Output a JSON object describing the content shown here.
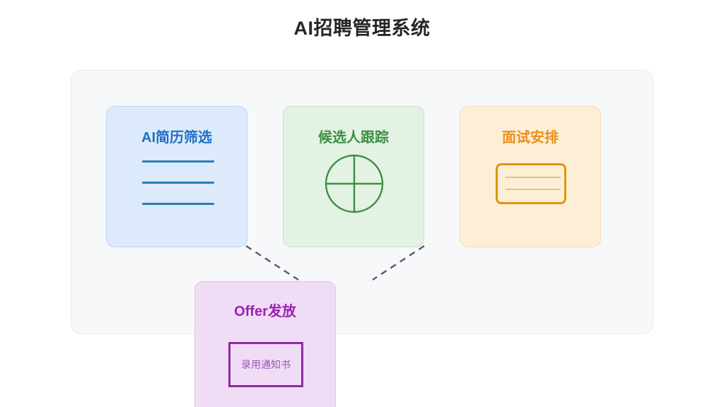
{
  "header": {
    "title": "AI招聘管理系统"
  },
  "panel": {
    "name": "diagram-panel",
    "background": "#f7f8fa"
  },
  "cards": [
    {
      "id": "resume",
      "title": "AI简历筛选",
      "icon": "document-lines-icon",
      "fill": "#dceafb",
      "stroke": "#bcd8f2",
      "text_color": "#1f6fc4"
    },
    {
      "id": "track",
      "title": "候选人跟踪",
      "icon": "crosshair-circle-icon",
      "fill": "#e3f2e3",
      "stroke": "#c6e2c6",
      "text_color": "#3c8f46"
    },
    {
      "id": "interview",
      "title": "面试安排",
      "icon": "calendar-card-icon",
      "fill": "#fdeed6",
      "stroke": "#f6dcb4",
      "text_color": "#ef8f17"
    },
    {
      "id": "offer",
      "title": "Offer发放",
      "icon": "offer-letter-box-icon",
      "inner_label": "录用通知书",
      "fill": "#f0ddf5",
      "stroke": "#e0c2ea",
      "text_color": "#9c1fb5"
    }
  ],
  "connectors": [
    {
      "name": "connector-resume-to-offer",
      "style": "dashed",
      "color": "#5a5a66"
    },
    {
      "name": "connector-track-to-offer",
      "style": "dashed",
      "color": "#5a5a66"
    }
  ]
}
